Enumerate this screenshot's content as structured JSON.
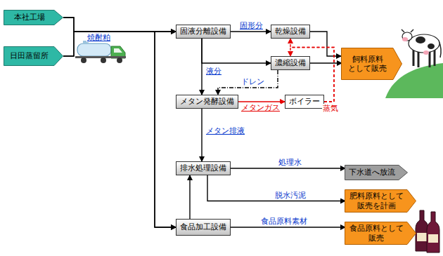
{
  "diagram": {
    "nodes": [
      {
        "text": [
          "本社工場"
        ]
      },
      {
        "text": [
          "日田蒸留所"
        ]
      },
      {
        "text": [
          "固液分離設備"
        ]
      },
      {
        "text": [
          "乾燥設備"
        ]
      },
      {
        "text": [
          "濃縮設備"
        ]
      },
      {
        "text": [
          "飼料原料 として販売"
        ]
      },
      {
        "text": [
          "メタン発酵設備"
        ]
      },
      {
        "text": [
          "ボイラー"
        ]
      },
      {
        "text": [
          "排水処理設備"
        ]
      },
      {
        "text": [
          "下水道へ放流"
        ]
      },
      {
        "text": [
          "肥料原料として 販売を計画"
        ]
      },
      {
        "text": [
          "食品加工設備"
        ]
      },
      {
        "text": [
          "食品原料として 販売"
        ]
      }
    ],
    "edges": [
      {
        "from": 0,
        "to": 2,
        "arrow": "to"
      },
      {
        "from": 1,
        "to": 2,
        "arrow": "to"
      },
      {
        "from": 0,
        "to": 11,
        "arrow": "to"
      },
      {
        "from": 1,
        "to": 11,
        "arrow": "to"
      },
      {
        "from": 2,
        "to": 3,
        "label": "固形分",
        "arrow": "to"
      },
      {
        "from": 2,
        "to": 4,
        "label": "液分",
        "arrow": "to"
      },
      {
        "from": 2,
        "to": 6,
        "arrow": "to"
      },
      {
        "from": 3,
        "to": 5,
        "arrow": "to"
      },
      {
        "from": 4,
        "to": 5,
        "arrow": "to"
      },
      {
        "from": 4,
        "to": 6,
        "label": "ドレン",
        "arrow": "to"
      },
      {
        "from": 6,
        "to": 7,
        "label": "メタンガス",
        "arrow": "to"
      },
      {
        "from": 7,
        "to": 3,
        "label": "蒸気",
        "arrow": "to"
      },
      {
        "from": 7,
        "to": 4,
        "arrow": "to"
      },
      {
        "from": 6,
        "to": 8,
        "label": "メタン排液",
        "arrow": "to"
      },
      {
        "from": 11,
        "to": 8,
        "arrow": "to"
      },
      {
        "from": 8,
        "to": 9,
        "label": "処理水",
        "arrow": "to"
      },
      {
        "from": 8,
        "to": 10,
        "label": "脱水汚泥",
        "arrow": "to"
      },
      {
        "from": 11,
        "to": 12,
        "label": "食品原料素材",
        "arrow": "to"
      }
    ],
    "labels": [
      "焼酎粕"
    ]
  }
}
